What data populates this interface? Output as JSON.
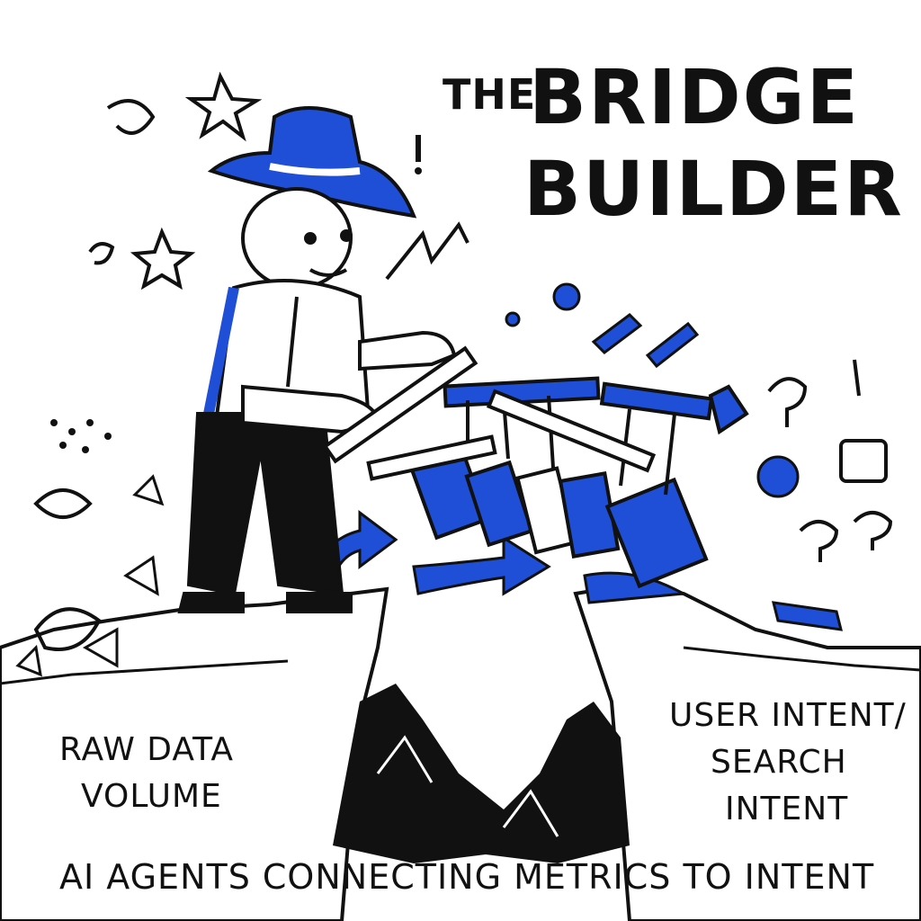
{
  "title": {
    "small": "THE",
    "line1": "BRIDGE",
    "line2": "BUILDER"
  },
  "left_label": {
    "line1": "RAW DATA",
    "line2": "VOLUME"
  },
  "right_label": {
    "line1": "USER INTENT/",
    "line2": "SEARCH",
    "line3": "INTENT"
  },
  "caption": "AI AGENTS CONNECTING METRICS TO INTENT",
  "colors": {
    "ink": "#111111",
    "accent_blue": "#1f4fd6",
    "background": "#ffffff"
  }
}
